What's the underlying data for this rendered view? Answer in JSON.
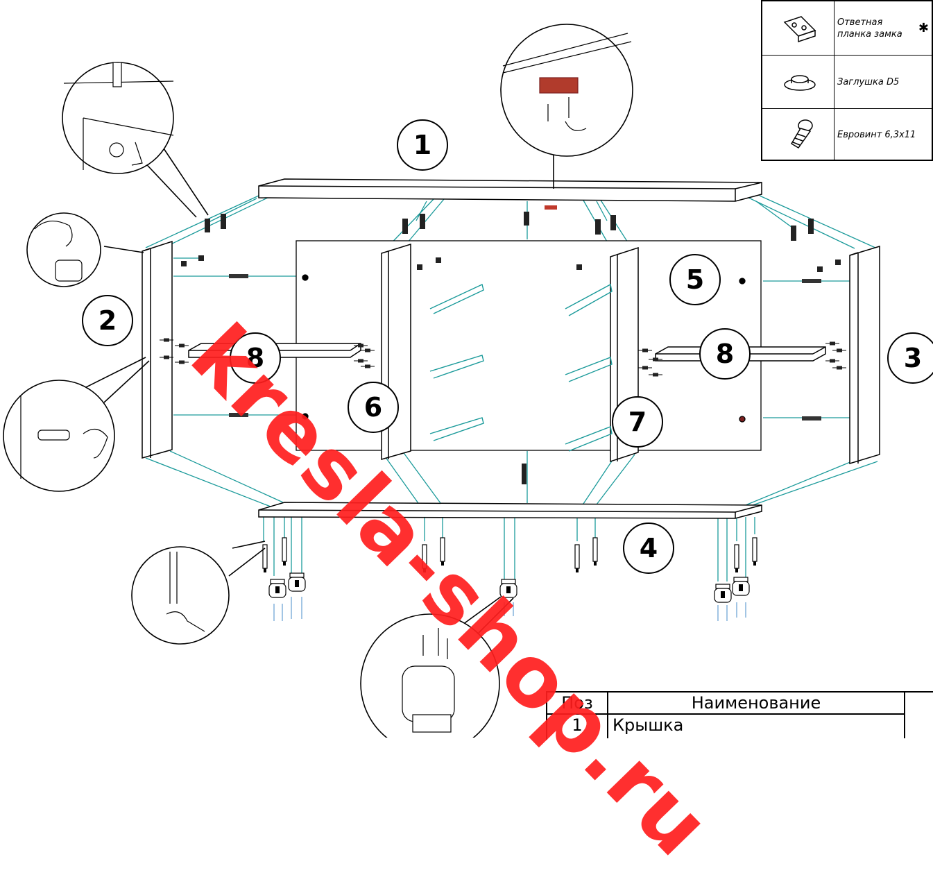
{
  "parts_legend": [
    {
      "icon": "strike-plate-icon",
      "label": "Ответная планка замка",
      "mark": "✱"
    },
    {
      "icon": "cap-plug-icon",
      "label": "Заглушка D5",
      "mark": ""
    },
    {
      "icon": "euroscrew-icon",
      "label": "Евровинт 6,3x11",
      "mark": ""
    }
  ],
  "positions": [
    "1",
    "2",
    "3",
    "4",
    "5",
    "6",
    "7",
    "8",
    "8"
  ],
  "spec_table": {
    "headers": {
      "pos": "Поз",
      "name": "Наименование"
    },
    "rows": [
      {
        "pos": "1",
        "name": "Крышка"
      }
    ]
  },
  "watermark": "kresla-shop.ru",
  "colors": {
    "connector": "#1a9a9a",
    "outline": "#000000",
    "highlight": "#c0392b",
    "watermark": "#ff1e1e"
  }
}
